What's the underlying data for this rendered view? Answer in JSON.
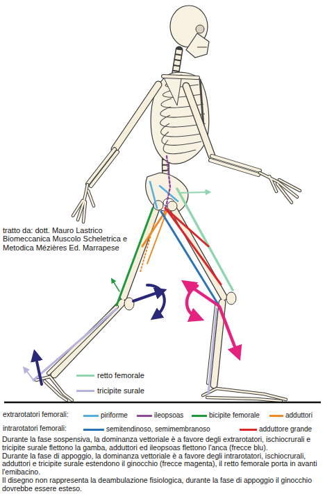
{
  "diagram": {
    "labels": [
      "tratto da: dott. Mauro Lastrico Biomeccanica Muscolo Scheletrica e Metodica Mézières Ed. Marrapese",
      "extrarotatori femorali:",
      "intrarotatori femorali:",
      "Durante la fase sospensiva, la dominanza vettoriale è a favore degli extrarotatori, ischiocrurali e tricipite surale flettono la gamba, adduttori ed ileopsoas flettono l'anca (frecce blu).",
      "Durante la fase di appoggio, la dominanza vettoriale è a favore degli intrarotatori, ischiocrurali, adduttori e tricipite surale estendono il ginocchio (frecce magenta), il retto femorale porta in avanti l'emibacino.",
      "Il disegno non rappresenta la deambulazione fisiologica, durante la fase di appoggio il ginocchio dovrebbe essere esteso."
    ],
    "legend": [
      {
        "text": "retto femorale",
        "color": "#8fd6ae"
      },
      {
        "text": "tricipite surale",
        "color": "#b7b3df"
      },
      {
        "text": "piriforme",
        "color": "#55aee0"
      },
      {
        "text": "ileopsoas",
        "color": "#8e4a9a"
      },
      {
        "text": "bicipite femorale",
        "color": "#1e9a3c"
      },
      {
        "text": "adduttori",
        "color": "#f08a24"
      },
      {
        "text": "semitendinoso, semimembranoso",
        "color": "#2b73b9"
      },
      {
        "text": "adduttore grande",
        "color": "#d8282c"
      }
    ]
  }
}
